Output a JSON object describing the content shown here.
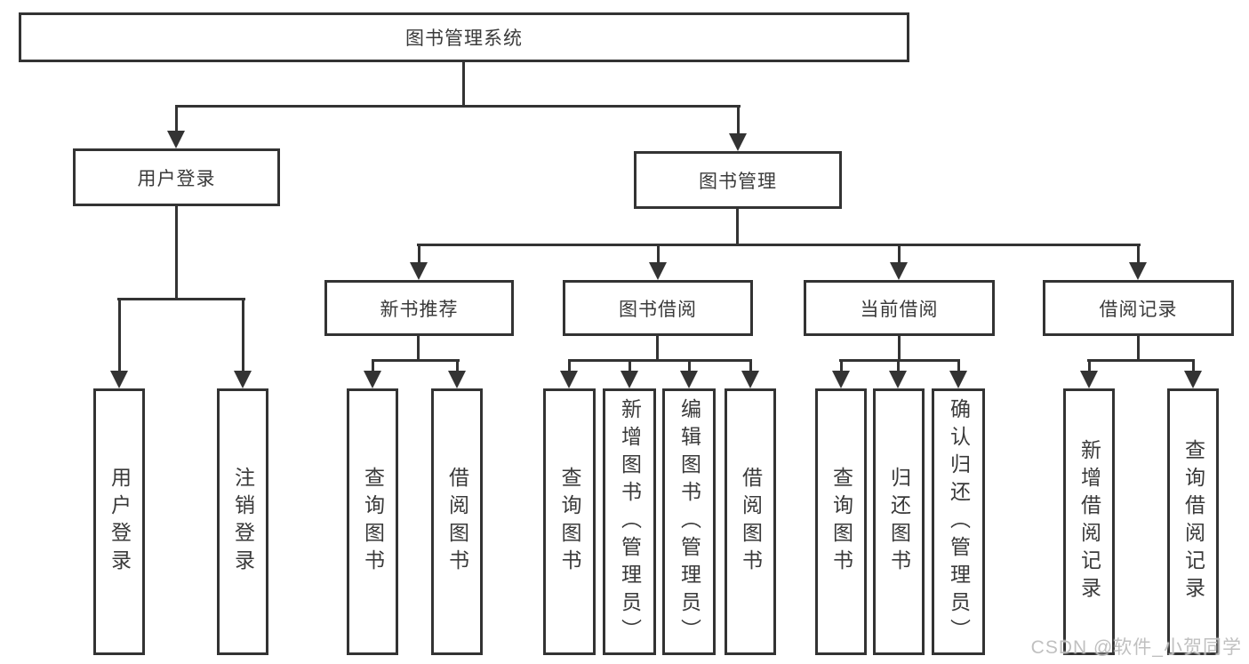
{
  "diagram": {
    "title": "图书管理系统",
    "watermark": "CSDN @软件_小贺同学",
    "colors": {
      "line": "#333333",
      "text": "#3a3a3a",
      "background": "#ffffff",
      "watermark": "#bdbdbd"
    },
    "nodes": [
      {
        "id": "root",
        "label": "图书管理系统",
        "parent": null
      },
      {
        "id": "login",
        "label": "用户登录",
        "parent": "root"
      },
      {
        "id": "mgmt",
        "label": "图书管理",
        "parent": "root"
      },
      {
        "id": "login-1",
        "label": "用户登录",
        "parent": "login"
      },
      {
        "id": "login-2",
        "label": "注销登录",
        "parent": "login"
      },
      {
        "id": "rec",
        "label": "新书推荐",
        "parent": "mgmt"
      },
      {
        "id": "borrow",
        "label": "图书借阅",
        "parent": "mgmt"
      },
      {
        "id": "current",
        "label": "当前借阅",
        "parent": "mgmt"
      },
      {
        "id": "record",
        "label": "借阅记录",
        "parent": "mgmt"
      },
      {
        "id": "rec-1",
        "label": "查询图书",
        "parent": "rec"
      },
      {
        "id": "rec-2",
        "label": "借阅图书",
        "parent": "rec"
      },
      {
        "id": "borrow-1",
        "label": "查询图书",
        "parent": "borrow"
      },
      {
        "id": "borrow-2",
        "label": "新增图书（管理员）",
        "parent": "borrow"
      },
      {
        "id": "borrow-3",
        "label": "编辑图书（管理员）",
        "parent": "borrow"
      },
      {
        "id": "borrow-4",
        "label": "借阅图书",
        "parent": "borrow"
      },
      {
        "id": "current-1",
        "label": "查询图书",
        "parent": "current"
      },
      {
        "id": "current-2",
        "label": "归还图书",
        "parent": "current"
      },
      {
        "id": "current-3",
        "label": "确认归还（管理员）",
        "parent": "current"
      },
      {
        "id": "record-1",
        "label": "新增借阅记录",
        "parent": "record"
      },
      {
        "id": "record-2",
        "label": "查询借阅记录",
        "parent": "record"
      }
    ]
  }
}
